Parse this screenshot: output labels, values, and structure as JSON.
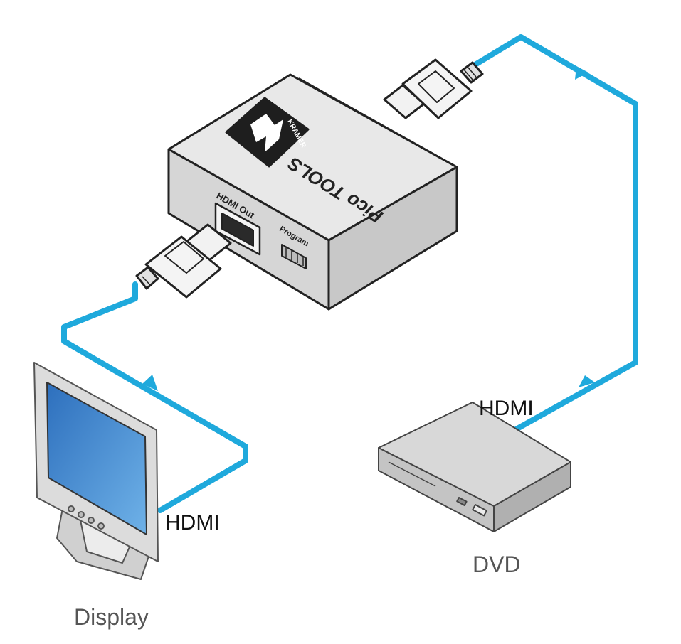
{
  "labels": {
    "hdmi_dvd": "HDMI",
    "hdmi_display": "HDMI",
    "dvd": "DVD",
    "display": "Display"
  },
  "device": {
    "brand": "KRAMER",
    "series": "Pico TOOLS",
    "port_label": "HDMI Out",
    "program_label": "Program"
  },
  "colors": {
    "cable": "#1fa9dc",
    "outline": "#222222",
    "box_side": "#d4d4d4",
    "box_top": "#e6e6e6",
    "screen": "#3b86cf"
  }
}
